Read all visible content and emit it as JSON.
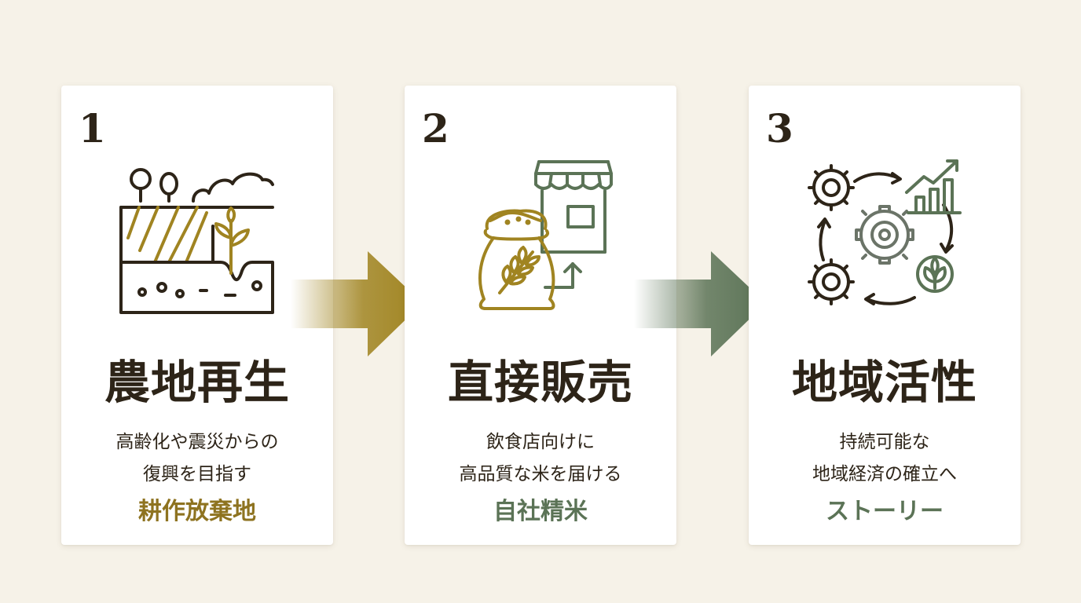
{
  "colors": {
    "background": "#f6f2e8",
    "card": "#ffffff",
    "text_dark": "#2d2418",
    "accent_gold": "#8e7320",
    "accent_green": "#5b7356"
  },
  "steps": [
    {
      "number": "1",
      "icon": "farmland-icon",
      "title": "農地再生",
      "description_lines": [
        "高齢化や震災からの",
        "復興を目指す"
      ],
      "tag": "耕作放棄地",
      "tag_color": "#8e7320"
    },
    {
      "number": "2",
      "icon": "rice-bag-shop-icon",
      "title": "直接販売",
      "description_lines": [
        "飲食店向けに",
        "高品質な米を届ける"
      ],
      "tag": "自社精米",
      "tag_color": "#5b7356"
    },
    {
      "number": "3",
      "icon": "gears-growth-icon",
      "title": "地域活性",
      "description_lines": [
        "持続可能な",
        "地域経済の確立へ"
      ],
      "tag": "ストーリー",
      "tag_color": "#5b7356"
    }
  ],
  "arrows": [
    {
      "icon": "arrow-right-icon",
      "color": "#a08421"
    },
    {
      "icon": "arrow-right-icon",
      "color": "#5b7356"
    }
  ]
}
